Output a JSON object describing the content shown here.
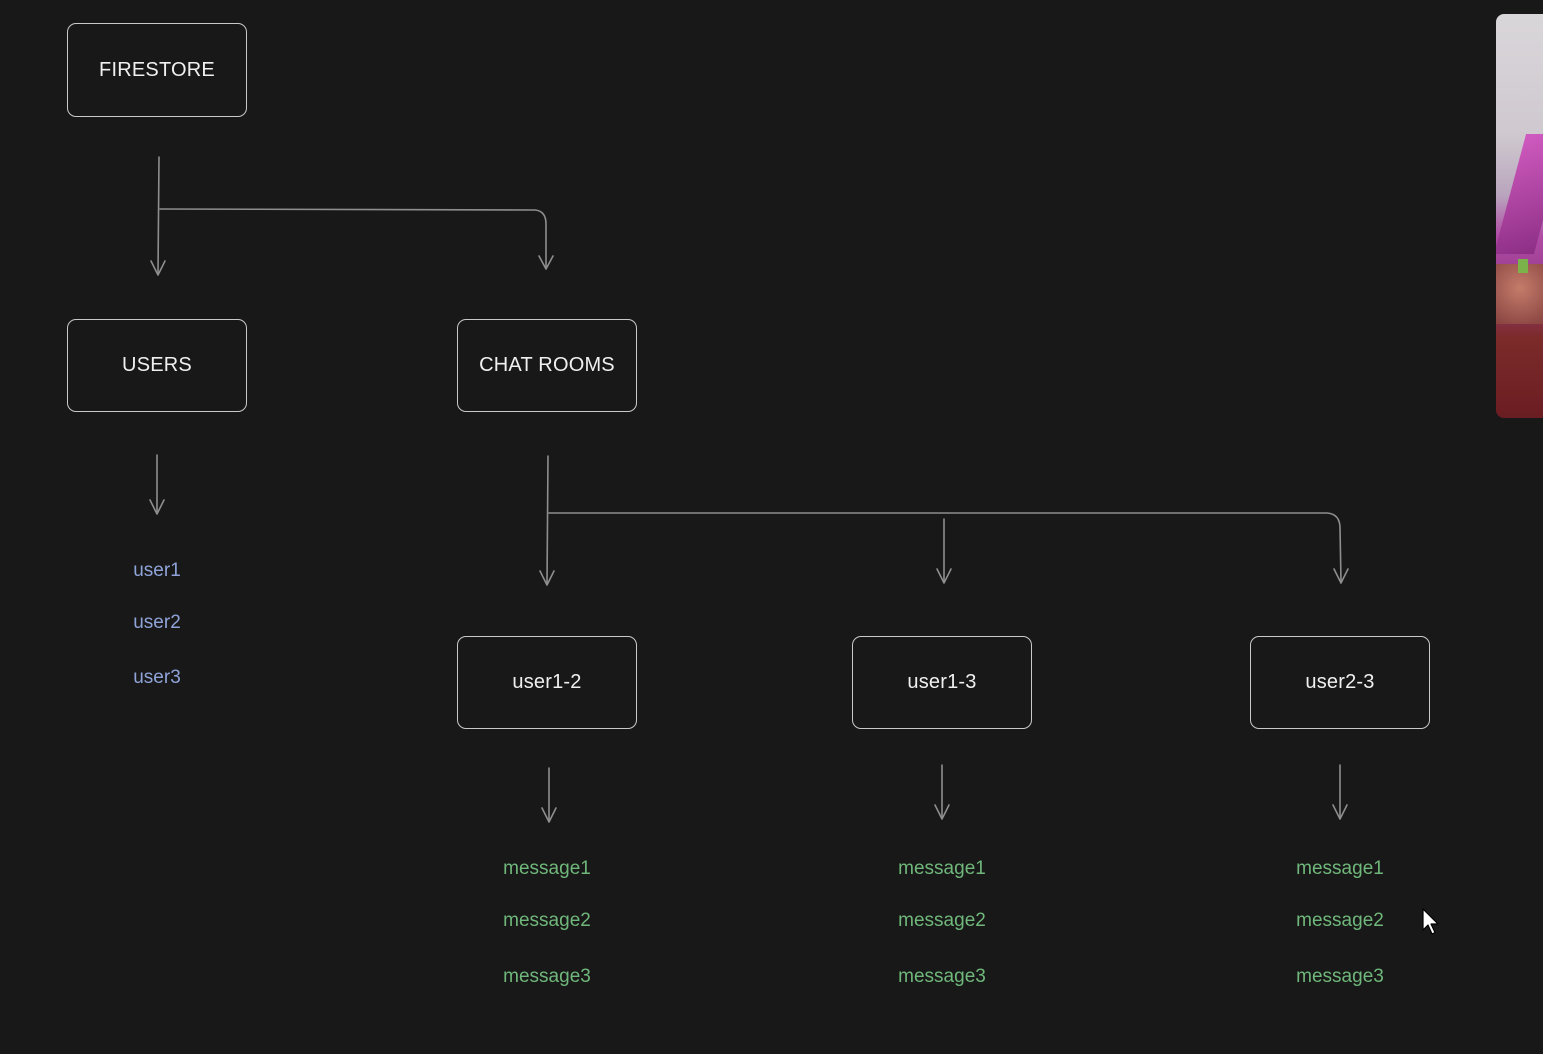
{
  "nodes": {
    "firestore": "FIRESTORE",
    "users": "USERS",
    "chat_rooms": "CHAT ROOMS",
    "rooms": [
      "user1-2",
      "user1-3",
      "user2-3"
    ]
  },
  "users_list": [
    "user1",
    "user2",
    "user3"
  ],
  "room_messages": [
    [
      "message1",
      "message2",
      "message3"
    ],
    [
      "message1",
      "message2",
      "message3"
    ],
    [
      "message1",
      "message2",
      "message3"
    ]
  ],
  "colors": {
    "background": "#181818",
    "box_border": "#c9c9c9",
    "connector": "#8e8e8e",
    "user_text": "#8fa3d8",
    "message_text": "#6fb77a"
  }
}
